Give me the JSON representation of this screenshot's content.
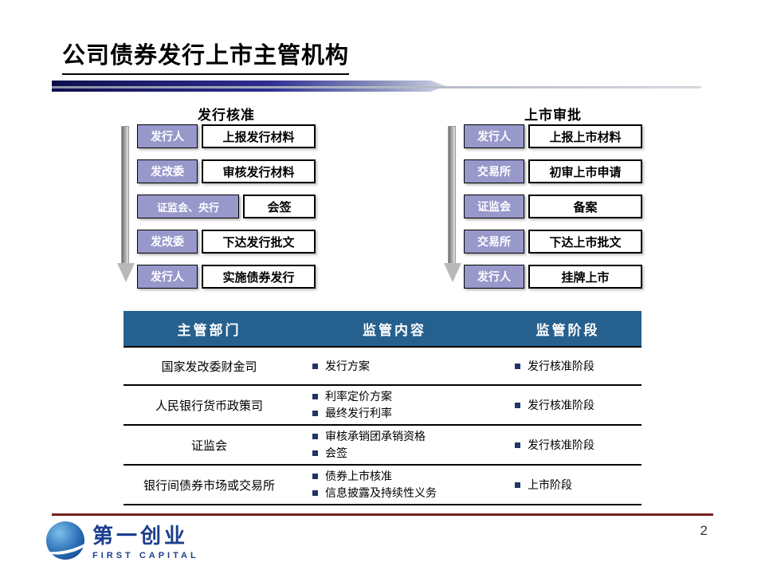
{
  "slide": {
    "title": "公司债券发行上市主管机构",
    "page_number": "2"
  },
  "flows": [
    {
      "heading": "发行核准",
      "steps": [
        {
          "actor": "发行人",
          "action": "上报发行材料"
        },
        {
          "actor": "发改委",
          "action": "审核发行材料"
        },
        {
          "actor": "证监会、央行",
          "action": "会签"
        },
        {
          "actor": "发改委",
          "action": "下达发行批文"
        },
        {
          "actor": "发行人",
          "action": "实施债券发行"
        }
      ]
    },
    {
      "heading": "上市审批",
      "steps": [
        {
          "actor": "发行人",
          "action": "上报上市材料"
        },
        {
          "actor": "交易所",
          "action": "初审上市申请"
        },
        {
          "actor": "证监会",
          "action": "备案"
        },
        {
          "actor": "交易所",
          "action": "下达上市批文"
        },
        {
          "actor": "发行人",
          "action": "挂牌上市"
        }
      ]
    }
  ],
  "table": {
    "headers": [
      "主管部门",
      "监管内容",
      "监管阶段"
    ],
    "rows": [
      {
        "department": "国家发改委财金司",
        "content": [
          "发行方案"
        ],
        "stage": [
          "发行核准阶段"
        ]
      },
      {
        "department": "人民银行货币政策司",
        "content": [
          "利率定价方案",
          "最终发行利率"
        ],
        "stage": [
          "发行核准阶段"
        ]
      },
      {
        "department": "证监会",
        "content": [
          "审核承销团承销资格",
          "会签"
        ],
        "stage": [
          "发行核准阶段"
        ]
      },
      {
        "department": "银行间债券市场或交易所",
        "content": [
          "债券上市核准",
          "信息披露及持续性义务"
        ],
        "stage": [
          "上市阶段"
        ]
      }
    ]
  },
  "footer": {
    "logo_cn": "第一创业",
    "logo_en": "FIRST CAPITAL"
  },
  "colors": {
    "actor_box": "#9898cb",
    "table_header": "#26608e",
    "bullet": "#1f3566",
    "footer_line": "#772121",
    "logo_blue": "#1b3e8c"
  }
}
